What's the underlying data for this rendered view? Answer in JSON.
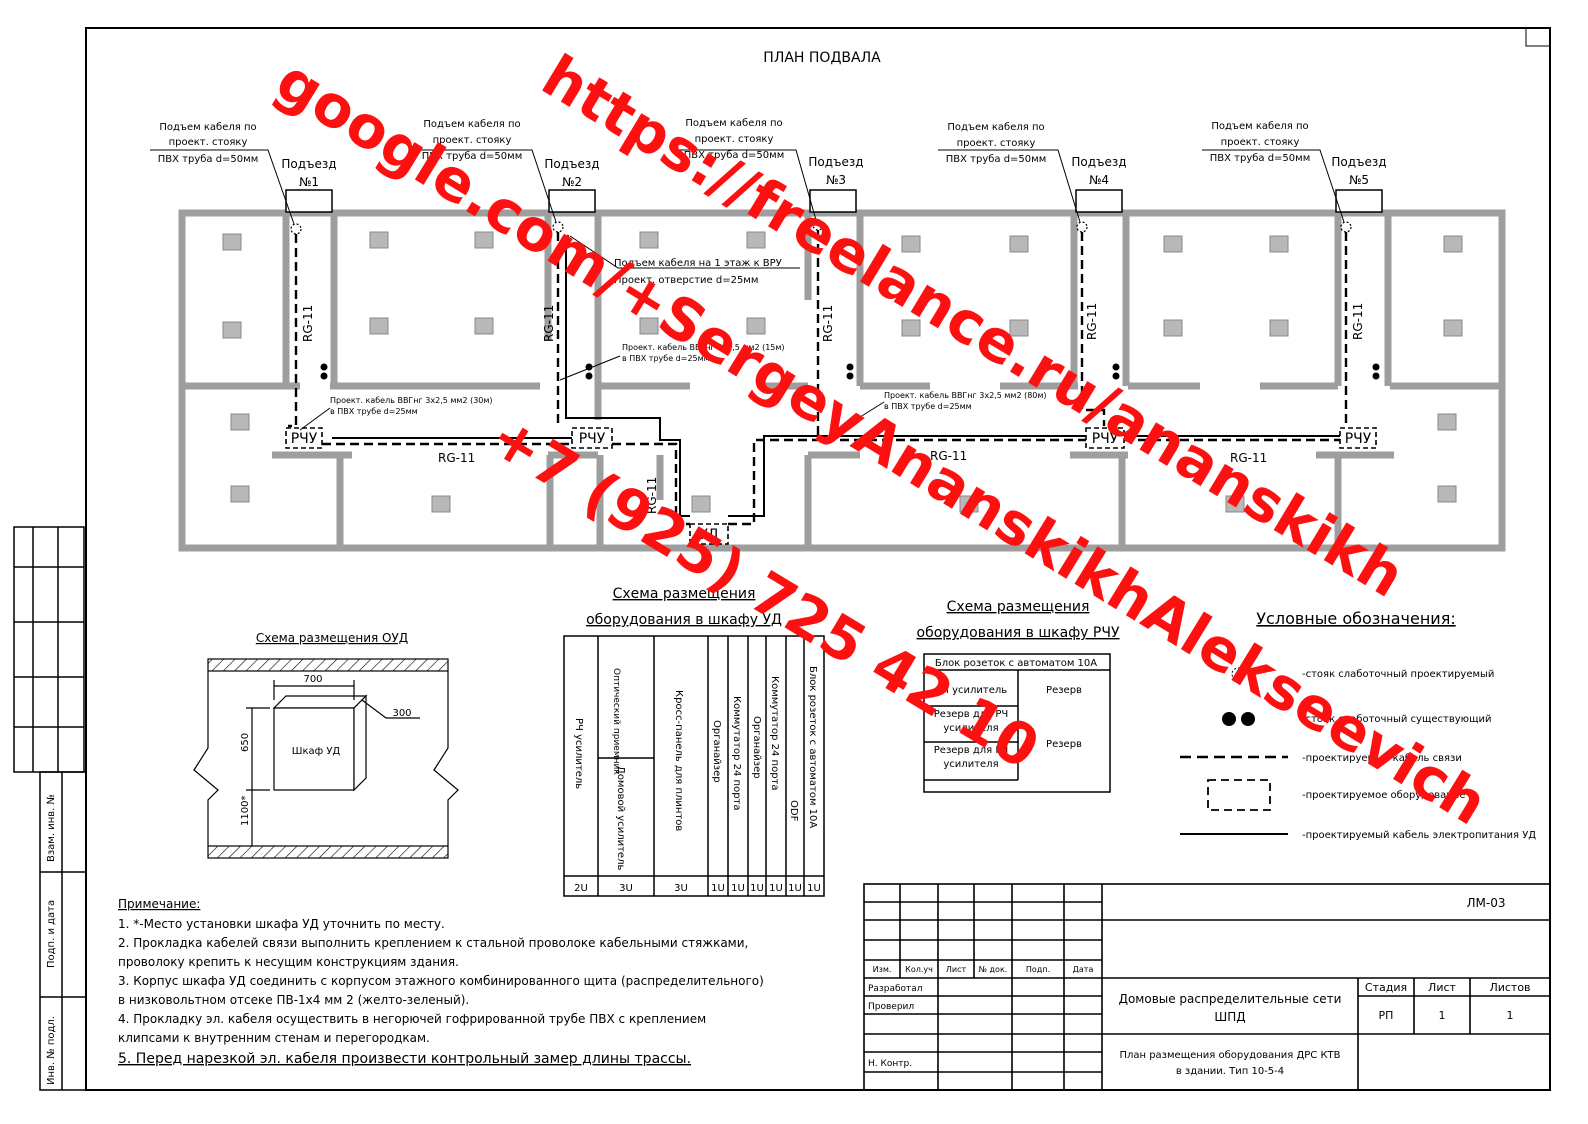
{
  "plan": {
    "title": "ПЛАН ПОДВАЛА",
    "entrances": [
      {
        "label": "Подъезд",
        "num": "№1"
      },
      {
        "label": "Подъезд",
        "num": "№2"
      },
      {
        "label": "Подъезд",
        "num": "№3"
      },
      {
        "label": "Подъезд",
        "num": "№4"
      },
      {
        "label": "Подъезд",
        "num": "№5"
      }
    ],
    "riser_note": [
      "Подъем кабеля по",
      "проект. стояку",
      "ПВХ труба d=50мм"
    ],
    "vru_note": [
      "Подъем кабеля на 1 этаж к ВРУ",
      "Проект. отверстие d=25мм"
    ],
    "cable_note_1": [
      "Проект. кабель ВВГнг 3x2,5 мм2 (30м)",
      "в ПВХ трубе d=25мм"
    ],
    "cable_note_2": [
      "Проект. кабель ВВГнг 3x2,5 мм2 (15м)",
      "в ПВХ трубе d=25мм"
    ],
    "cable_note_3": [
      "Проект. кабель ВВГнг 3x2,5 мм2 (80м)",
      "в ПВХ трубе d=25мм"
    ],
    "rg": "RG-11",
    "rchu": "РЧУ",
    "ud": "УД"
  },
  "oud": {
    "title": "Схема размещения ОУД",
    "cabinet": "Шкаф УД",
    "dim_w": "700",
    "dim_d": "300",
    "dim_h": "650",
    "dim_floor": "1100*"
  },
  "ud_cabinet": {
    "title": [
      "Схема размещения",
      "оборудования в шкафу УД"
    ],
    "columns": [
      {
        "label": "РЧ усилитель",
        "units": "2U"
      },
      {
        "label": "Оптический приемник",
        "label2": "Домовой усилитель",
        "units": "3U"
      },
      {
        "label": "Кросс-панель для плинтов",
        "units": "3U"
      },
      {
        "label": "Органайзер",
        "units": "1U"
      },
      {
        "label": "Коммутатор 24 порта",
        "units": "1U"
      },
      {
        "label": "Органайзер",
        "units": "1U"
      },
      {
        "label": "Коммутатор 24 порта",
        "units": "1U"
      },
      {
        "label": "ODF",
        "units": "1U"
      },
      {
        "label": "Блок розеток с автоматом 10А",
        "units": "1U"
      }
    ]
  },
  "rchu_cabinet": {
    "title": [
      "Схема размещения",
      "оборудования в шкафу РЧУ"
    ],
    "header": "Блок розеток с автоматом 10А",
    "left": [
      "РЧ усилитель",
      "Резерв для РЧ усилителя",
      "Резерв для РЧ усилителя"
    ],
    "right": [
      "Резерв",
      "Резерв"
    ]
  },
  "legend": {
    "title": "Условные обозначения:",
    "items": [
      "-стояк слаботочный проектируемый",
      "-стояк слаботочный существующий",
      "-проектируемый кабель связи",
      "-проектируемое оборудование",
      "-проектируемый кабель электропитания УД"
    ]
  },
  "notes": {
    "title": "Примечание:",
    "lines": [
      "1. *-Место установки шкафа УД уточнить по месту.",
      "2. Прокладка кабелей связи выполнить креплением к стальной проволоке кабельными стяжками,",
      "проволоку крепить к несущим конструкциям здания.",
      "3. Корпус шкафа УД соединить с корпусом этажного комбинированного щита (распределительного)",
      "в низковольтном отсеке ПВ-1х4 мм 2 (желто-зеленый).",
      "4. Прокладку эл. кабеля осуществить в негорючей гофрированной трубе ПВХ с креплением",
      "клипсами к внутренним стенам и перегородкам."
    ],
    "last": "5. Перед нарезкой эл. кабеля произвести контрольный замер длины трассы."
  },
  "stamp": {
    "code": "ЛМ-03",
    "cols": [
      "Изм.",
      "Кол.уч",
      "Лист",
      "№ док.",
      "Подп.",
      "Дата"
    ],
    "roles": [
      "Разработал",
      "Проверил",
      "Н. Контр."
    ],
    "title": [
      "Домовые распределительные сети",
      "ШПД"
    ],
    "subtitle": [
      "План размещения оборудования ДРС КТВ",
      "в здании. Тип 10-5-4"
    ],
    "stage_h": "Стадия",
    "sheet_h": "Лист",
    "sheets_h": "Листов",
    "stage": "РП",
    "sheet": "1",
    "sheets": "1"
  },
  "side": [
    "Взам. инв. №",
    "Подп. и дата",
    "Инв. № подл."
  ],
  "watermark": {
    "w1": "google.com/+SergeyAnanskikhAlekseevich",
    "w2": "https://freelance.ru/ananskikh",
    "w3": "+7 (925) 725 42 10"
  }
}
